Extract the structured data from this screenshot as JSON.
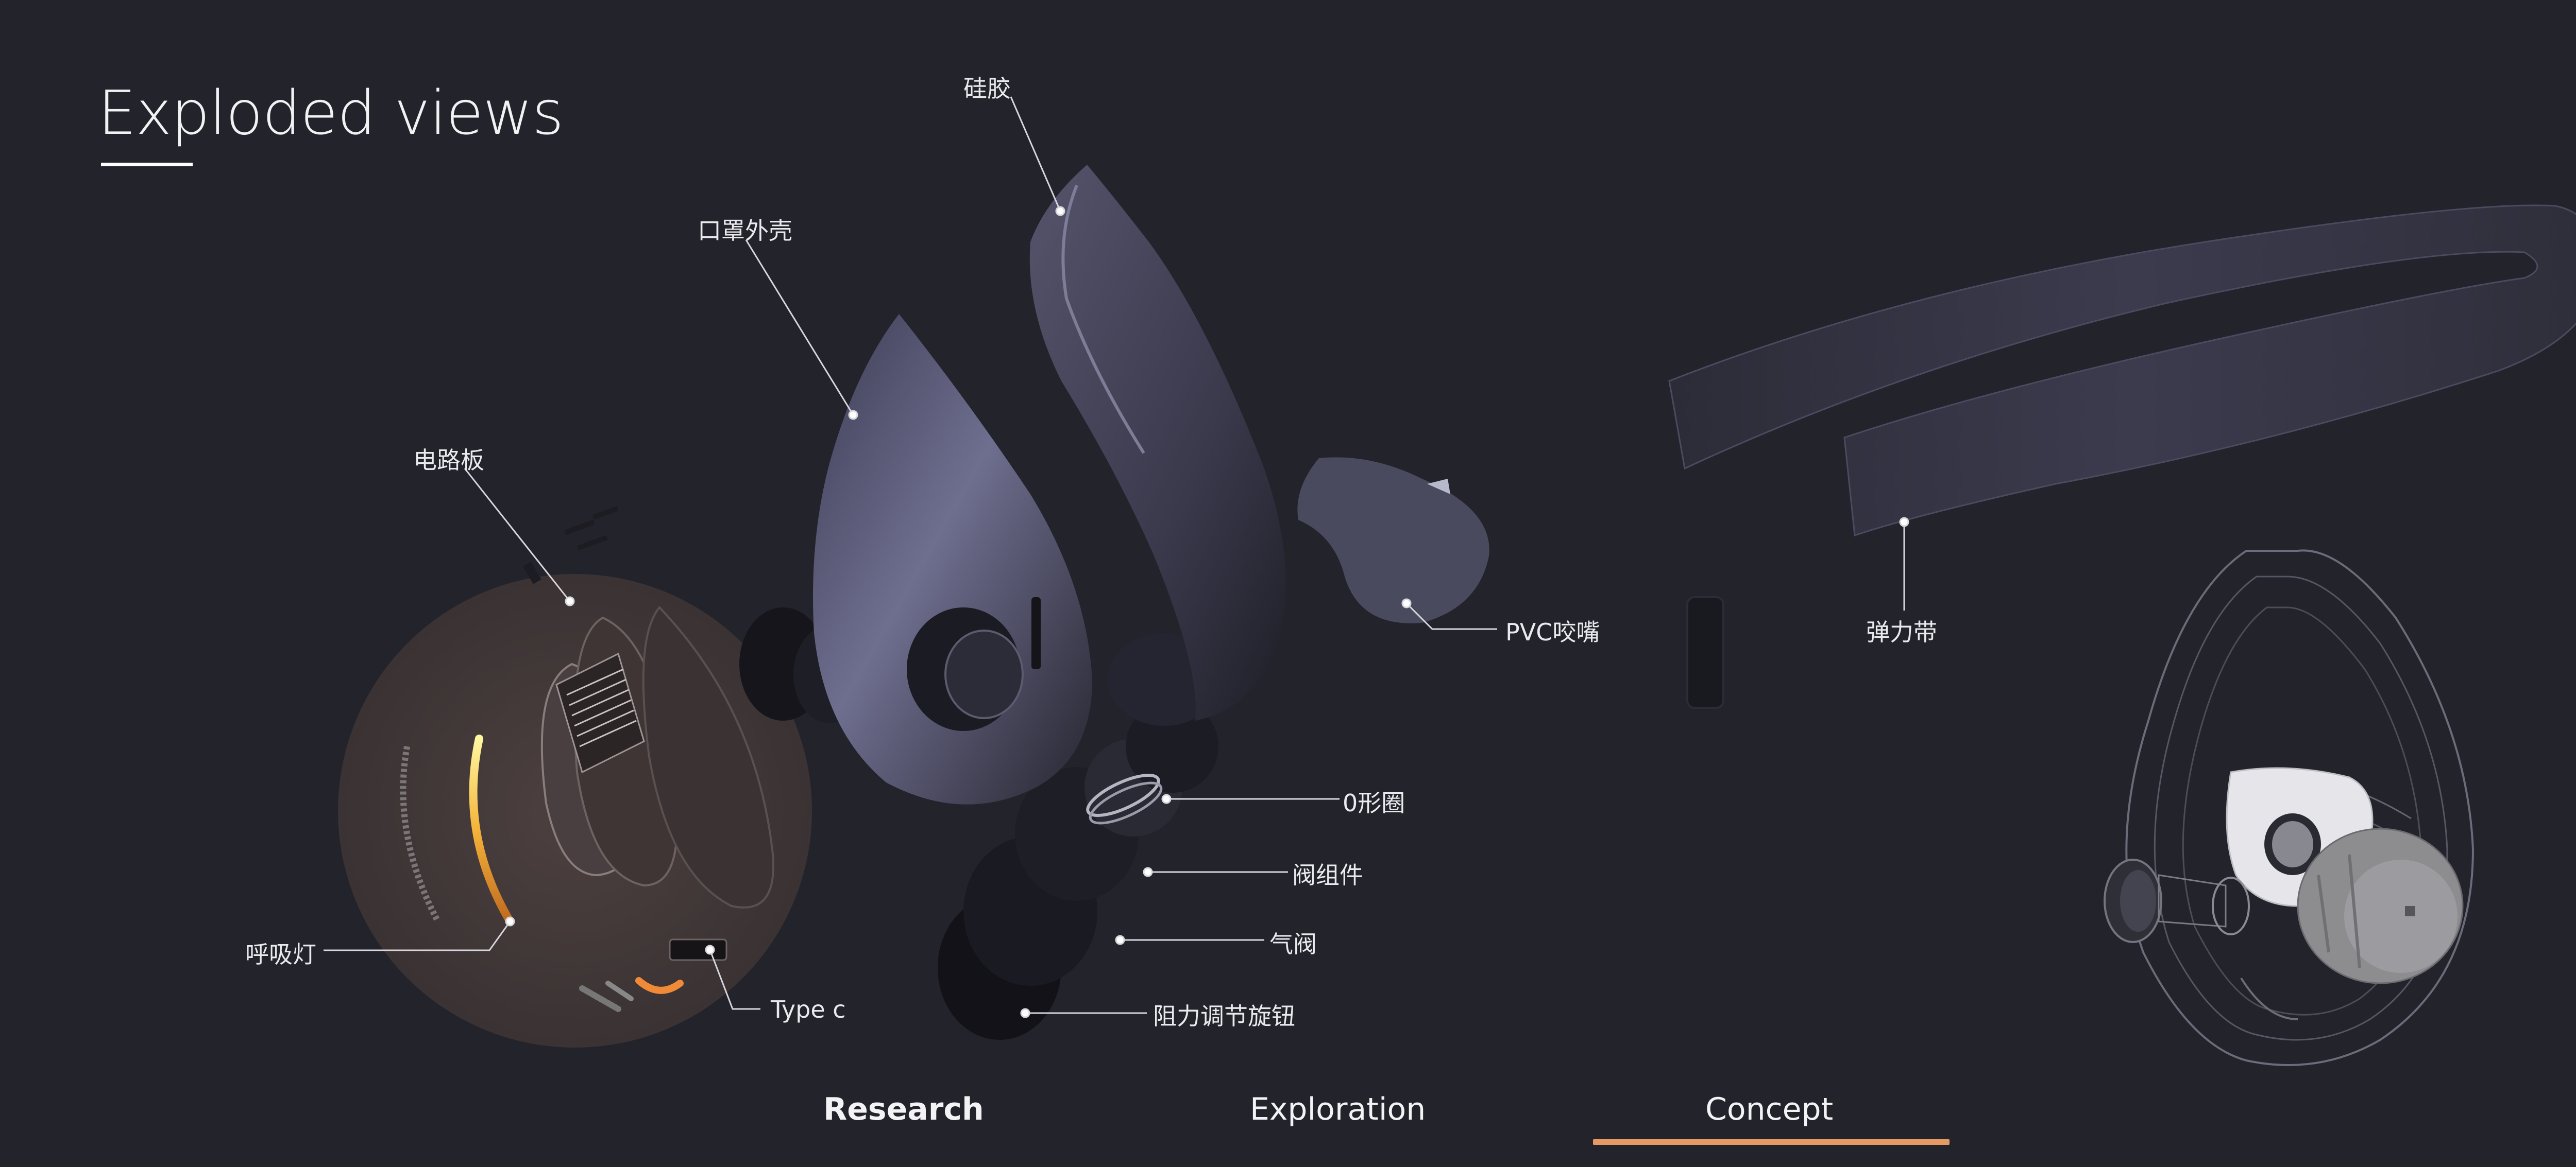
{
  "page": {
    "title": "Exploded views"
  },
  "callouts": {
    "silicone": "硅胶",
    "mask_shell": "口罩外壳",
    "circuit_board": "电路板",
    "pvc_mouthpiece": "PVC咬嘴",
    "elastic_strap": "弹力带",
    "o_ring": "0形圈",
    "valve_assembly": "阀组件",
    "air_valve": "气阀",
    "breathing_light": "呼吸灯",
    "type_c": "Type c",
    "resistance_knob": "阻力调节旋钮"
  },
  "nav": {
    "tabs": [
      {
        "label": "Research"
      },
      {
        "label": "Exploration"
      },
      {
        "label": "Concept"
      }
    ],
    "active_tab": "Concept",
    "accent_color": "#e69a63"
  },
  "colors": {
    "background": "#23232b",
    "text": "#ffffff"
  },
  "icons": [
    "exploded-mask-render-icon",
    "mask-wireframe-render-icon"
  ]
}
